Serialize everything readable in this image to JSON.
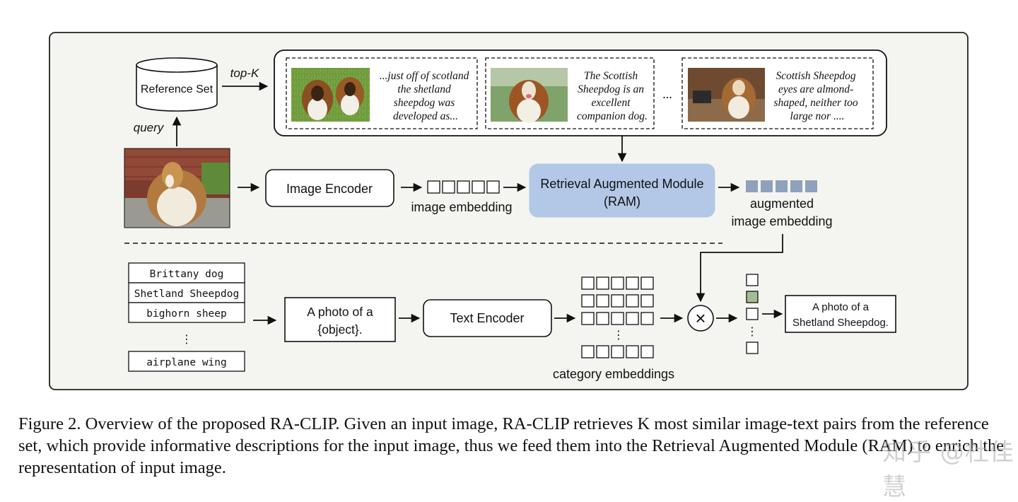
{
  "figure": {
    "reference_set": "Reference Set",
    "top_k": "top-K",
    "query": "query",
    "retrieved_texts": [
      [
        "...just off of scotland",
        "the shetland",
        "sheepdog was",
        "developed as..."
      ],
      [
        "The Scottish",
        "Sheepdog is an",
        "excellent",
        "companion dog."
      ],
      [
        "Scottish Sheepdog",
        "eyes are almond-",
        "shaped, neither too",
        "large nor ...."
      ]
    ],
    "ellipsis": "...",
    "image_encoder": "Image Encoder",
    "image_embedding": "image embedding",
    "ram_line1": "Retrieval Augmented Module",
    "ram_line2": "(RAM)",
    "augmented_line1": "augmented",
    "augmented_line2": "image embedding",
    "categories": [
      "Brittany dog",
      "Shetland Sheepdog",
      "bighorn sheep",
      "airplane wing"
    ],
    "vertical_dots": "⋮",
    "prompt_line1": "A photo of a",
    "prompt_line2": "{object}.",
    "text_encoder": "Text Encoder",
    "category_embeddings": "category embeddings",
    "multiply_symbol": "×",
    "output_line1": "A photo of a",
    "output_line2": "Shetland Sheepdog.",
    "colors": {
      "panel_bg": "#f4f5f0",
      "ram_fill": "#b2c8e6",
      "augmented_square": "#8ea1bd",
      "selected_square": "#a3bd90"
    }
  },
  "caption": "Figure 2. Overview of the proposed RA-CLIP. Given an input image, RA-CLIP retrieves K most similar image-text pairs from the reference set, which provide informative descriptions for the input image, thus we feed them into the Retrieval Augmented Module (RAM) to enrich the representation of input image.",
  "watermark": "知乎 @杜佳慧"
}
